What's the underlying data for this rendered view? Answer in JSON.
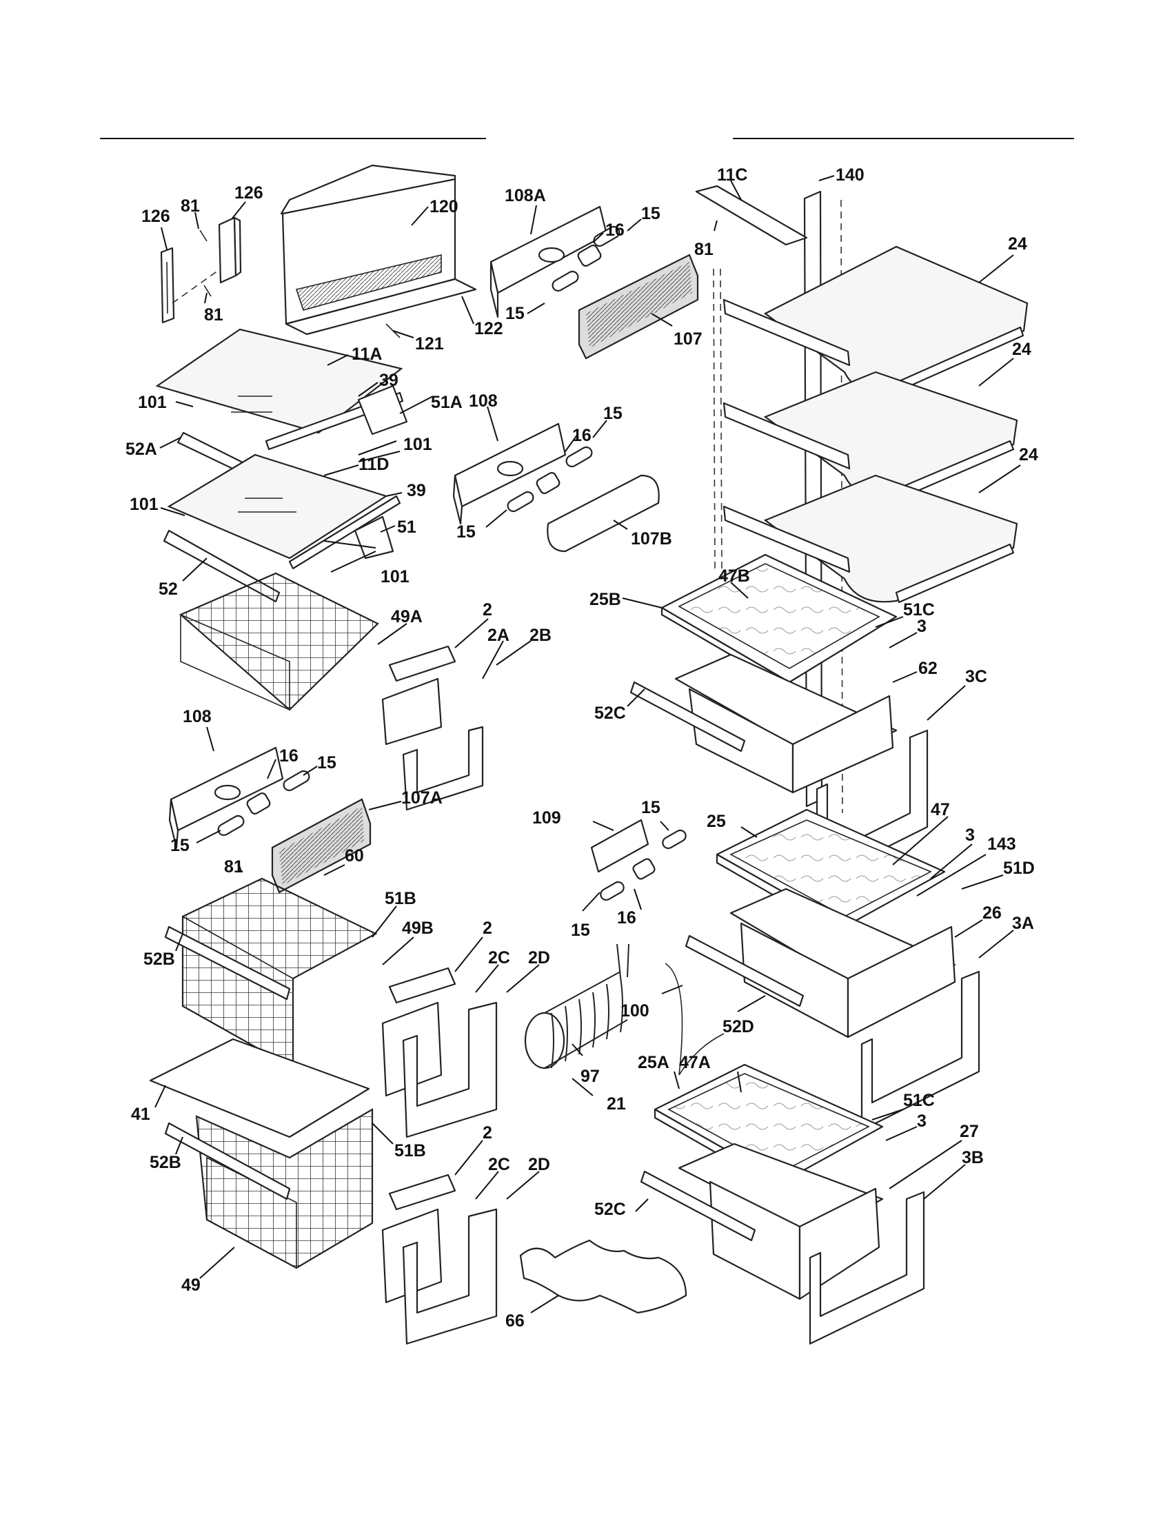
{
  "callouts": [
    "126",
    "81",
    "126",
    "81",
    "120",
    "122",
    "121",
    "108A",
    "16",
    "15",
    "15",
    "107",
    "11C",
    "140",
    "81",
    "24",
    "24",
    "24",
    "11A",
    "39",
    "101",
    "51A",
    "52A",
    "101",
    "11D",
    "101",
    "39",
    "51",
    "52",
    "101",
    "108",
    "16",
    "15",
    "15",
    "107B",
    "49A",
    "2",
    "2A",
    "2B",
    "25B",
    "47B",
    "51C",
    "3",
    "62",
    "3C",
    "52C",
    "108",
    "16",
    "15",
    "107A",
    "15",
    "81",
    "60",
    "51B",
    "49B",
    "52B",
    "2",
    "2C",
    "2D",
    "109",
    "15",
    "16",
    "15",
    "25",
    "47",
    "3",
    "143",
    "51D",
    "26",
    "3A",
    "100",
    "52D",
    "97",
    "21",
    "25A",
    "47A",
    "51C",
    "3",
    "27",
    "3B",
    "41",
    "52B",
    "51B",
    "2",
    "2C",
    "2D",
    "52C",
    "49",
    "66"
  ]
}
